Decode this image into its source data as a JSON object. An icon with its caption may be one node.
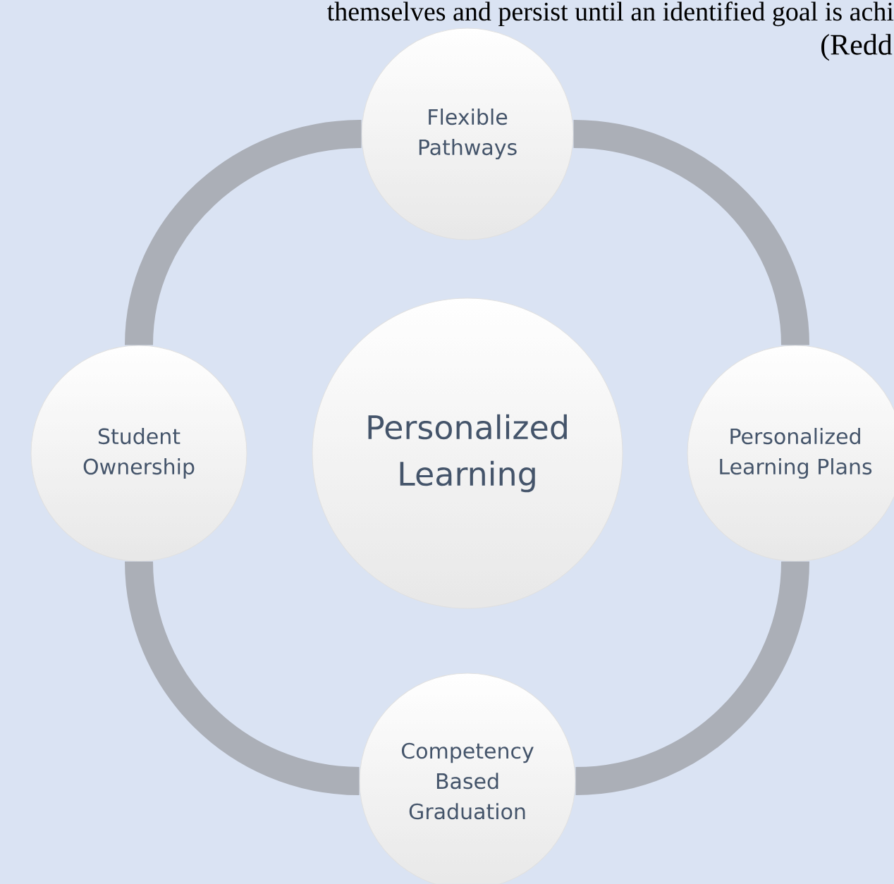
{
  "diagram": {
    "nodes": [
      {
        "text": [
          "Flexible Pathways"
        ]
      },
      {
        "text": [
          "Student Ownership"
        ]
      },
      {
        "text": [
          "Personalized Learning"
        ]
      },
      {
        "text": [
          "Personalized Learning Plans"
        ]
      },
      {
        "text": [
          "Competency Based Graduation"
        ]
      }
    ],
    "edges": [
      {
        "from": 0,
        "to": 3,
        "arrow": "none"
      },
      {
        "from": 3,
        "to": 4,
        "arrow": "none"
      },
      {
        "from": 4,
        "to": 1,
        "arrow": "none"
      },
      {
        "from": 1,
        "to": 0,
        "arrow": "none"
      }
    ],
    "labels": [
      "themselves and persist until an identified goal is achi",
      "(Redd"
    ]
  }
}
